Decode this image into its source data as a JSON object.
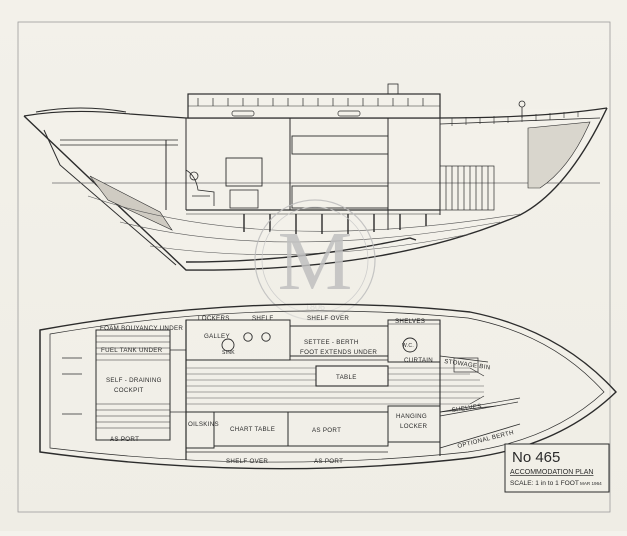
{
  "drawing": {
    "number": "No 465",
    "title": "ACCOMMODATION PLAN",
    "scale": "SCALE: 1 in to 1 FOOT",
    "date": "MAR 1964"
  },
  "watermark": {
    "letter": "M",
    "year": "1806"
  },
  "labels": {
    "lockers": "LOCKERS",
    "shelf": "SHELF",
    "shelf_over_top": "SHELF OVER",
    "shelves_top": "SHELVES",
    "foam": "FOAM BOUYANCY UNDER",
    "fuel": "FUEL TANK UNDER",
    "galley": "GALLEY",
    "sink": "SINK",
    "settee": "SETTEE - BERTH",
    "foot": "FOOT EXTENDS UNDER",
    "wc": "W.C.",
    "curtain": "CURTAIN",
    "stowage": "STOWAGE BIN",
    "cockpit_1": "SELF - DRAINING",
    "cockpit_2": "COCKPIT",
    "table": "TABLE",
    "shelves_mid": "SHELVES",
    "hanging_1": "HANGING",
    "hanging_2": "LOCKER",
    "oilskins": "OILSKINS",
    "chart_table": "CHART TABLE",
    "as_port_mid": "AS PORT",
    "as_port_cockpit": "AS PORT",
    "optional_berth": "OPTIONAL BERTH",
    "shelf_over_bottom": "SHELF OVER",
    "as_port_bottom": "AS PORT"
  }
}
